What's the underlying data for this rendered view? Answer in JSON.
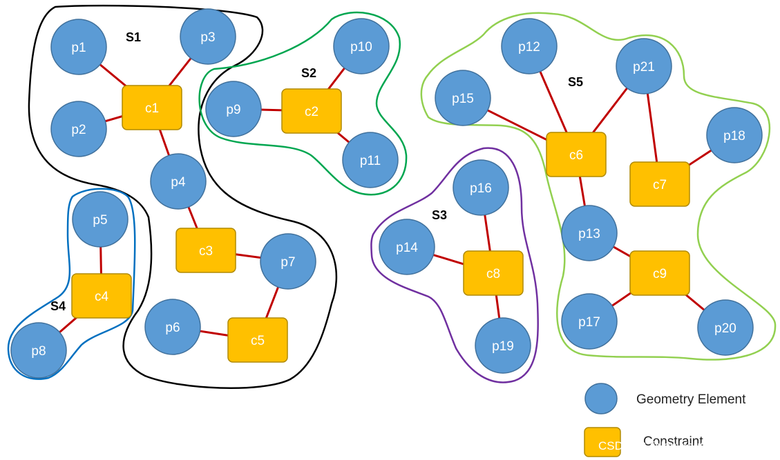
{
  "colors": {
    "element_fill": "#5b9bd5",
    "element_stroke": "#41719c",
    "constraint_fill": "#ffc000",
    "constraint_stroke": "#b08a00",
    "edge": "#c00000",
    "S1": "#000000",
    "S2": "#00a650",
    "S3": "#7030a0",
    "S4": "#0070c0",
    "S5": "#92d050"
  },
  "elements": [
    "p1",
    "p2",
    "p3",
    "p4",
    "p5",
    "p6",
    "p7",
    "p8",
    "p9",
    "p10",
    "p11",
    "p12",
    "p13",
    "p14",
    "p15",
    "p16",
    "p17",
    "p18",
    "p19",
    "p20",
    "p21"
  ],
  "constraints": [
    "c1",
    "c2",
    "c3",
    "c4",
    "c5",
    "c6",
    "c7",
    "c8",
    "c9"
  ],
  "edges": [
    [
      "c1",
      "p1"
    ],
    [
      "c1",
      "p2"
    ],
    [
      "c1",
      "p3"
    ],
    [
      "c1",
      "p4"
    ],
    [
      "c2",
      "p9"
    ],
    [
      "c2",
      "p10"
    ],
    [
      "c2",
      "p11"
    ],
    [
      "c3",
      "p4"
    ],
    [
      "c3",
      "p7"
    ],
    [
      "c4",
      "p5"
    ],
    [
      "c4",
      "p8"
    ],
    [
      "c5",
      "p6"
    ],
    [
      "c5",
      "p7"
    ],
    [
      "c6",
      "p12"
    ],
    [
      "c6",
      "p15"
    ],
    [
      "c6",
      "p21"
    ],
    [
      "c6",
      "p13"
    ],
    [
      "c7",
      "p21"
    ],
    [
      "c7",
      "p18"
    ],
    [
      "c8",
      "p14"
    ],
    [
      "c8",
      "p16"
    ],
    [
      "c8",
      "p19"
    ],
    [
      "c9",
      "p13"
    ],
    [
      "c9",
      "p17"
    ],
    [
      "c9",
      "p20"
    ]
  ],
  "sets": [
    {
      "label": "S1",
      "color_key": "S1"
    },
    {
      "label": "S2",
      "color_key": "S2"
    },
    {
      "label": "S3",
      "color_key": "S3"
    },
    {
      "label": "S4",
      "color_key": "S4"
    },
    {
      "label": "S5",
      "color_key": "S5"
    }
  ],
  "legend": {
    "element": "Geometry Element",
    "constraint": "Constraint"
  },
  "watermark": "CSDN @JiNan.YouQuan.Soft"
}
